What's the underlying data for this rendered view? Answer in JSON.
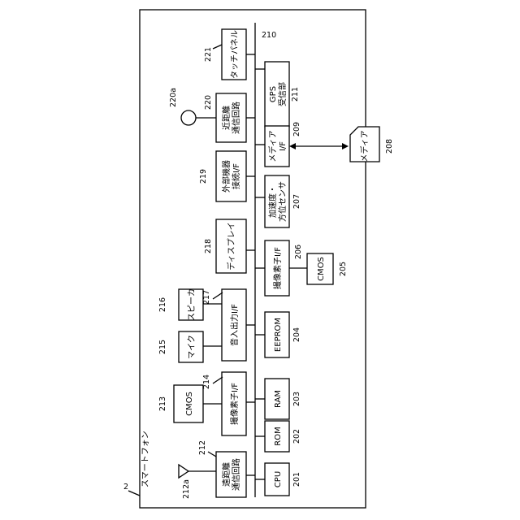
{
  "figure_number": "2",
  "title": "スマートフォン",
  "bus_ref": "210",
  "components": {
    "cpu": {
      "label": "CPU",
      "ref": "201"
    },
    "rom": {
      "label": "ROM",
      "ref": "202"
    },
    "ram": {
      "label": "RAM",
      "ref": "203"
    },
    "eeprom": {
      "label": "EEPROM",
      "ref": "204"
    },
    "cmos_205": {
      "label": "CMOS",
      "ref": "205"
    },
    "imaging_if_206": {
      "label": "撮像素子I/F",
      "ref": "206"
    },
    "accel": {
      "label_line1": "加速度・",
      "label_line2": "方位センサ",
      "ref": "207"
    },
    "media": {
      "label": "メディア",
      "ref": "208"
    },
    "media_if": {
      "label_line1": "メディア",
      "label_line2": "I/F",
      "ref": "209"
    },
    "gps": {
      "label_line1": "GPS",
      "label_line2": "受信部",
      "ref": "211"
    },
    "long_comm": {
      "label_line1": "遠距離",
      "label_line2": "通信回路",
      "ref": "212"
    },
    "antenna_212a": {
      "ref": "212a"
    },
    "cmos_213": {
      "label": "CMOS",
      "ref": "213"
    },
    "imaging_if_214": {
      "label": "撮像素子I/F",
      "ref": "214"
    },
    "mic": {
      "label": "マイク",
      "ref": "215"
    },
    "speaker": {
      "label": "スピーカ",
      "ref": "216"
    },
    "audio_io": {
      "label": "音入出力I/F",
      "ref": "217"
    },
    "display": {
      "label": "ディスプレイ",
      "ref": "218"
    },
    "ext_if": {
      "label_line1": "外部機器",
      "label_line2": "接続I/F",
      "ref": "219"
    },
    "short_comm": {
      "label_line1": "近距離",
      "label_line2": "通信回路",
      "ref": "220"
    },
    "antenna_220a": {
      "ref": "220a"
    },
    "touch": {
      "label": "タッチパネル",
      "ref": "221"
    }
  }
}
